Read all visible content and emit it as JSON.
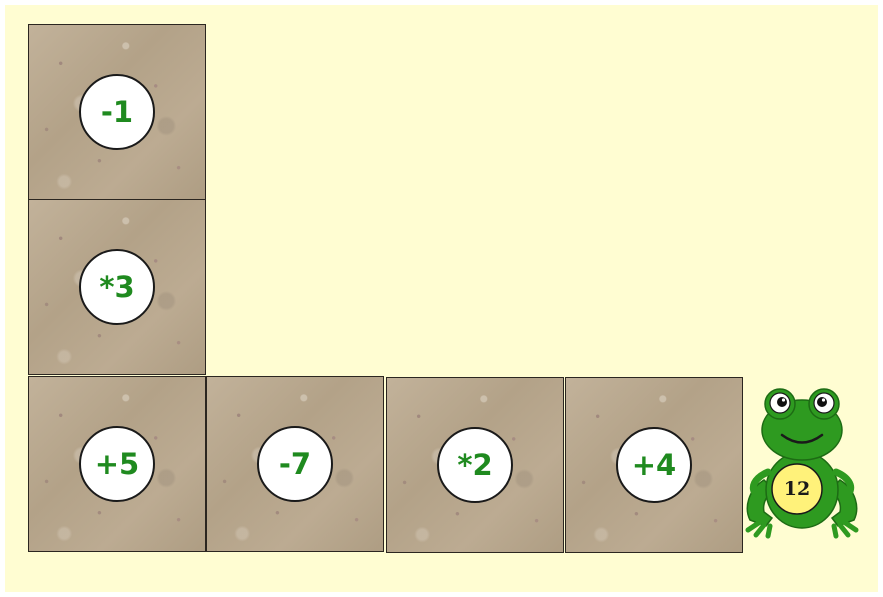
{
  "game": {
    "tiles": [
      {
        "label": "-1"
      },
      {
        "label": "*3"
      },
      {
        "label": "+5"
      },
      {
        "label": "-7"
      },
      {
        "label": "*2"
      },
      {
        "label": "+4"
      }
    ],
    "frog": {
      "value": "12",
      "icon": "frog-icon"
    }
  },
  "colors": {
    "background": "#fffdd2",
    "operation_text": "#1f8a1f",
    "frog_green": "#2e9a20",
    "frog_badge": "#fff27a"
  }
}
